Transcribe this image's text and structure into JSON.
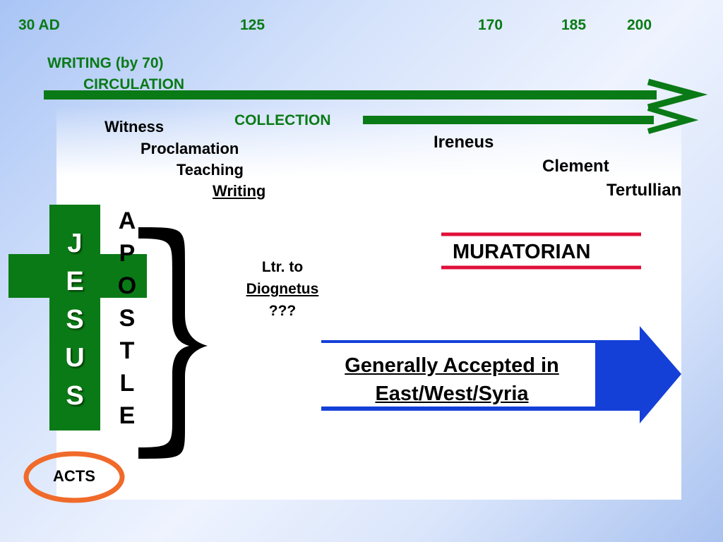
{
  "years": [
    "30 AD",
    "125",
    "170",
    "185",
    "200"
  ],
  "top": {
    "writing": "WRITING (by 70)",
    "circulation": "CIRCULATION",
    "collection": "COLLECTION"
  },
  "stages": {
    "witness": "Witness",
    "proclamation": "Proclamation",
    "teaching": "Teaching",
    "writing": "Writing"
  },
  "fathers": {
    "ireneus": "Ireneus",
    "clement": "Clement",
    "tertullian": "Tertullian"
  },
  "jesus_letters": [
    "J",
    "E",
    "S",
    "U",
    "S"
  ],
  "apostle_letters": [
    "A",
    "P",
    "O",
    "S",
    "T",
    "L",
    "E"
  ],
  "diognetus": {
    "line1": "Ltr. to",
    "line2": "Diognetus",
    "line3": "???"
  },
  "muratorian": "MURATORIAN",
  "accepted": {
    "line1": "Generally Accepted in ",
    "line2": "East/West/Syria"
  },
  "acts": "ACTS",
  "colors": {
    "green": "#0a7a16",
    "blue": "#1440d8",
    "red": "#e0103a",
    "orange": "#f06a2a"
  }
}
